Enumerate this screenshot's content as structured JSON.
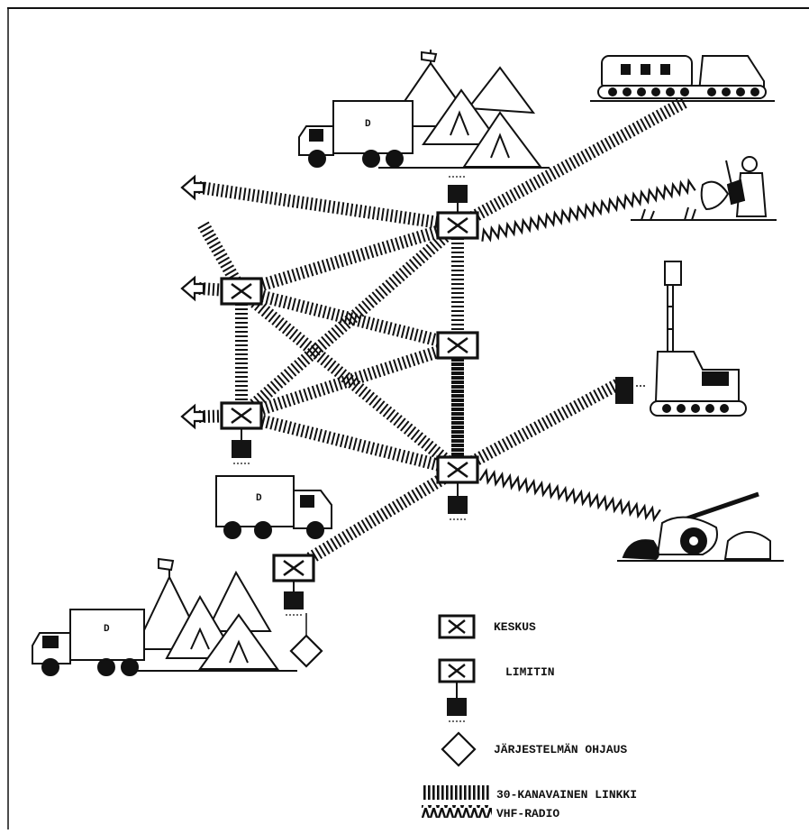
{
  "legend": {
    "keskus": "KESKUS",
    "limitin": "LIMITIN",
    "ohjaus": "JÄRJESTELMÄN OHJAUS",
    "linkki": "30-KANAVAINEN LINKKI",
    "vhf": "VHF-RADIO"
  },
  "vehicle_marks": {
    "truck_top": "D",
    "truck_mid": "D",
    "truck_bottom": "D"
  },
  "colors": {
    "ink": "#111111",
    "paper": "#ffffff",
    "terminal_fill": "#141414"
  },
  "icons": {
    "node": "x-box-icon",
    "terminal": "limitin-terminal-icon",
    "control": "diamond-icon",
    "external_arrow": "hollow-arrow-left-icon"
  }
}
